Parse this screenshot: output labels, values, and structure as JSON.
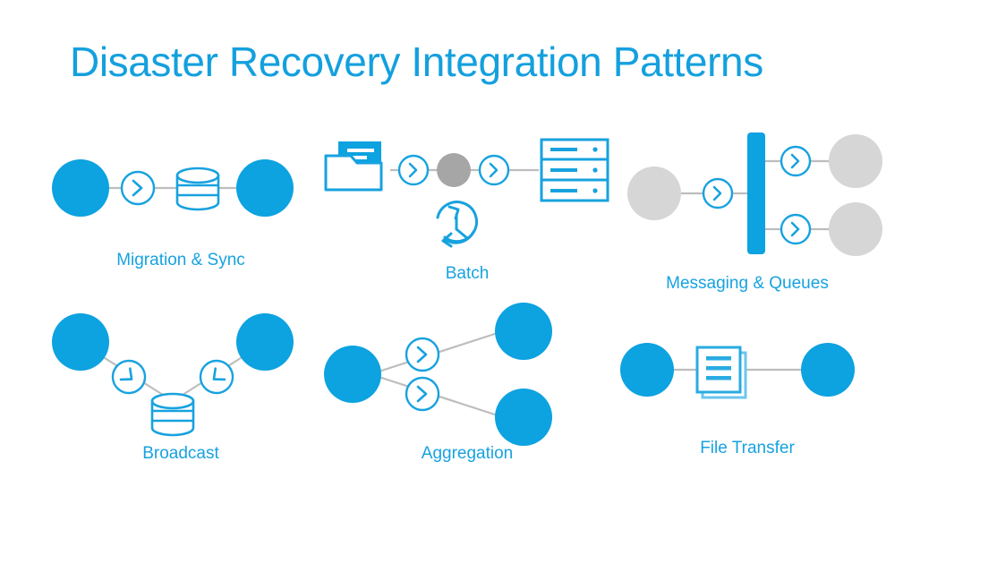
{
  "slide": {
    "title": "Disaster Recovery Integration Patterns",
    "background_color": "#FFFFFF",
    "accent_color": "#17A2DF",
    "title_color": "#14A0DE",
    "node_blue": "#0DA2E0",
    "node_gray": "#D6D6D6",
    "connector_gray": "#BDBDBD"
  },
  "patterns": [
    {
      "id": "migration-sync",
      "label": "Migration & Sync",
      "icons": [
        "endpoint-circle-blue",
        "arrow-circle-icon",
        "database-icon",
        "endpoint-circle-blue"
      ]
    },
    {
      "id": "batch",
      "label": "Batch",
      "icons": [
        "folder-document-icon",
        "arrow-circle-icon",
        "node-circle-gray",
        "arrow-circle-icon",
        "server-rack-icon",
        "clock-schedule-icon"
      ]
    },
    {
      "id": "messaging-queues",
      "label": "Messaging & Queues",
      "icons": [
        "node-circle-gray",
        "arrow-circle-icon",
        "queue-bar-icon",
        "arrow-circle-icon",
        "arrow-circle-icon",
        "node-circle-gray",
        "node-circle-gray"
      ]
    },
    {
      "id": "broadcast",
      "label": "Broadcast",
      "icons": [
        "endpoint-circle-blue",
        "endpoint-circle-blue",
        "arrow-circle-icon",
        "arrow-circle-icon",
        "database-icon"
      ]
    },
    {
      "id": "aggregation",
      "label": "Aggregation",
      "icons": [
        "endpoint-circle-blue",
        "arrow-circle-icon",
        "arrow-circle-icon",
        "endpoint-circle-blue",
        "endpoint-circle-blue"
      ]
    },
    {
      "id": "file-transfer",
      "label": "File Transfer",
      "icons": [
        "endpoint-circle-blue",
        "stacked-document-icon",
        "endpoint-circle-blue"
      ]
    }
  ]
}
